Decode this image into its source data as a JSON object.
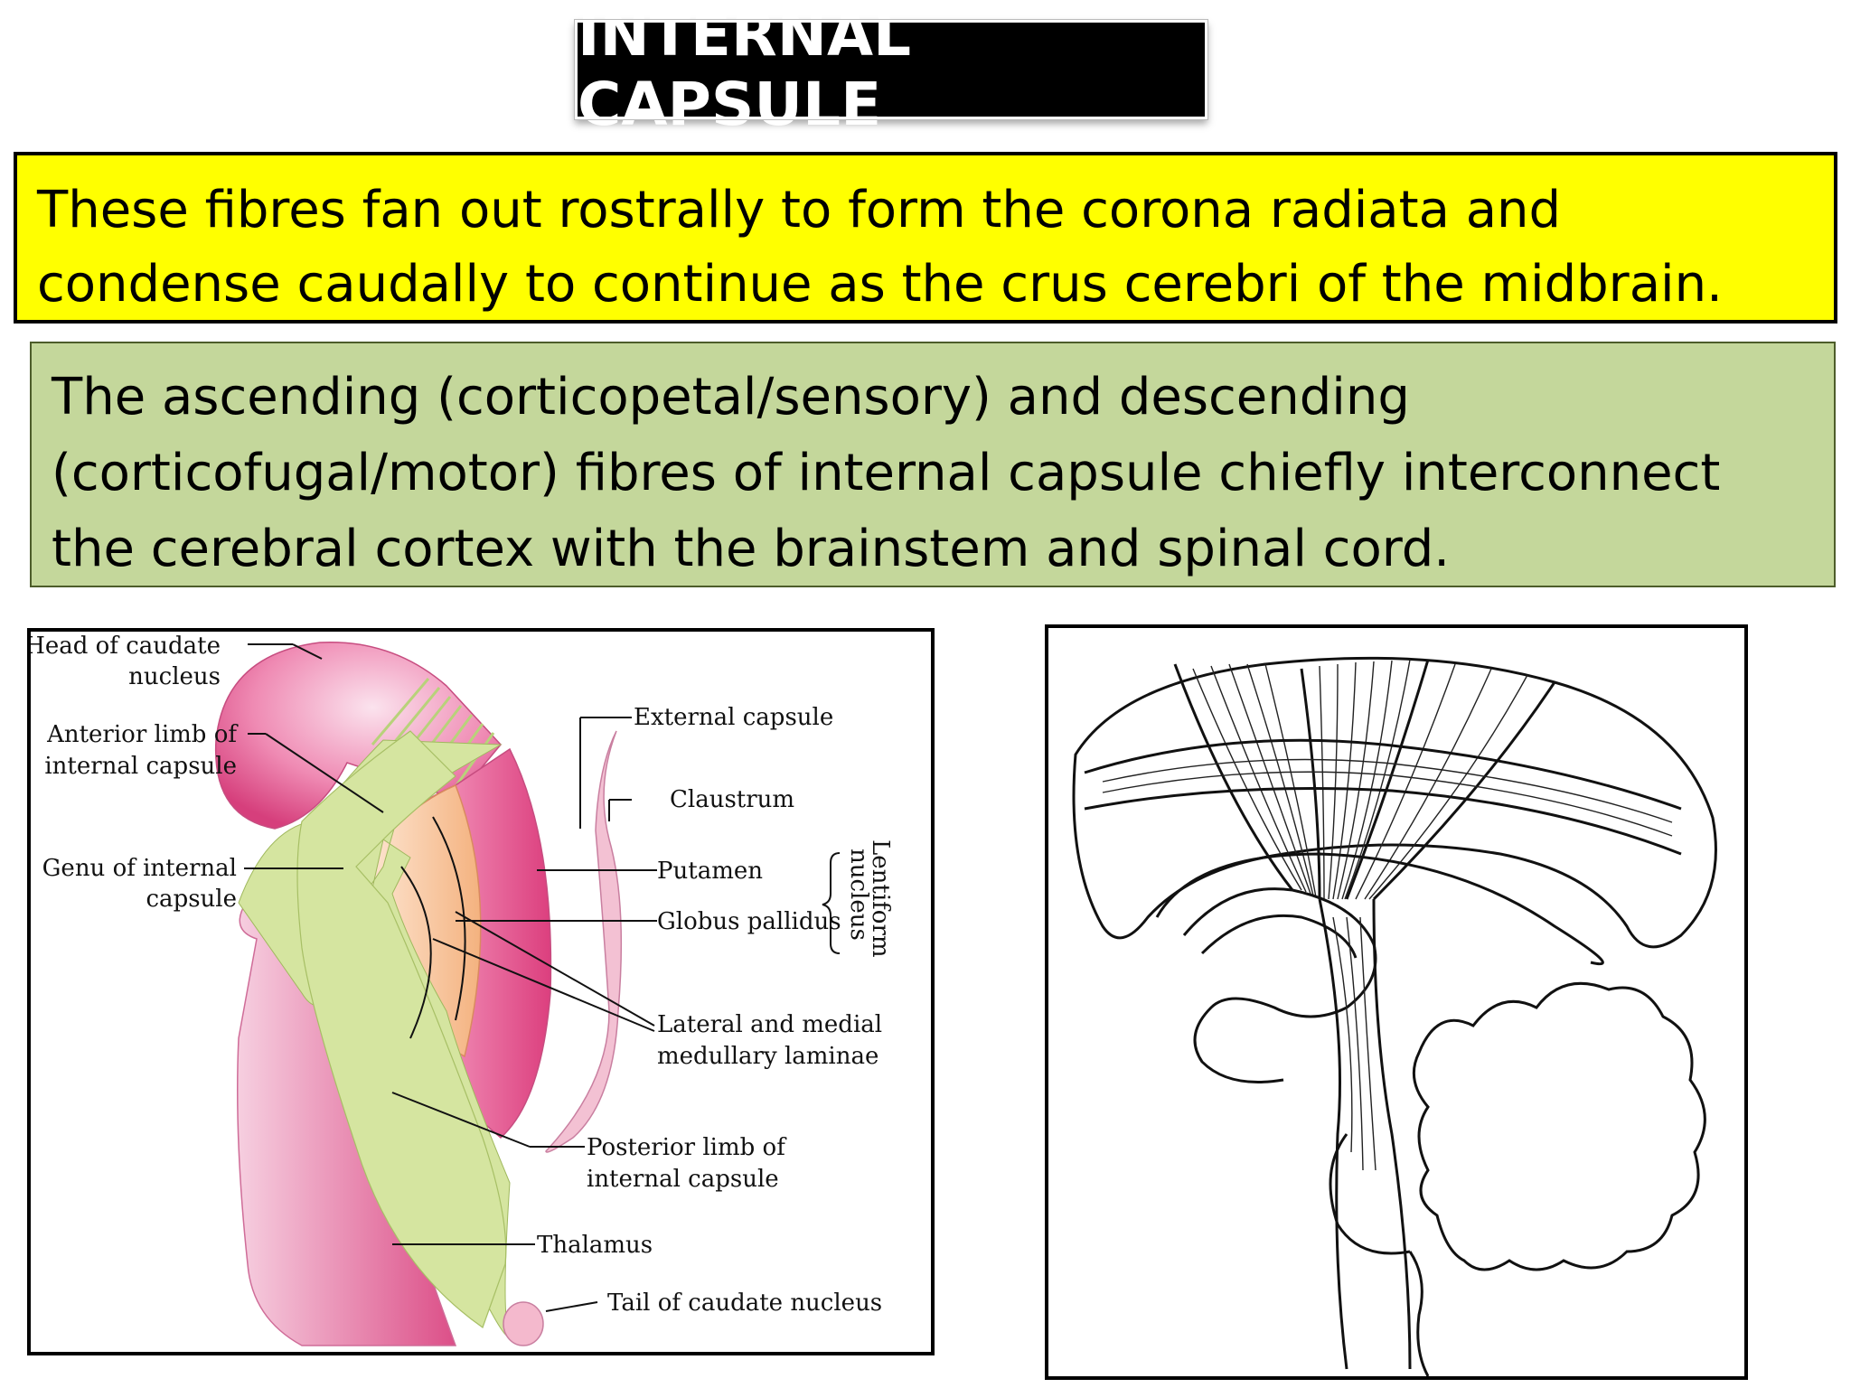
{
  "title": "INTERNAL CAPSULE",
  "yellow_text": "These fibres fan out rostrally to form the corona radiata and condense caudally to continue as the crus cerebri of the midbrain.",
  "green_text": "The ascending (corticopetal/sensory) and descending (corticofugal/motor) fibres of internal capsule chiefly interconnect the cerebral cortex with the brainstem and spinal cord.",
  "diagram_labels": {
    "head_of_caudate_1": "Head of caudate",
    "head_of_caudate_2": "nucleus",
    "anterior_limb_1": "Anterior limb of",
    "anterior_limb_2": "internal capsule",
    "genu_1": "Genu of internal",
    "genu_2": "capsule",
    "external_capsule": "External capsule",
    "claustrum": "Claustrum",
    "putamen": "Putamen",
    "globus_pallidus": "Globus pallidus",
    "lentiform_1": "Lentiform",
    "lentiform_2": "nucleus",
    "laminae_1": "Lateral and medial",
    "laminae_2": "medullary laminae",
    "posterior_limb_1": "Posterior limb of",
    "posterior_limb_2": "internal capsule",
    "thalamus": "Thalamus",
    "tail_of_caudate": "Tail of caudate nucleus"
  },
  "colors": {
    "title_bg": "#000000",
    "title_fg": "#ffffff",
    "yellow_bg": "#ffff00",
    "green_bg": "#c4d79b",
    "capsule_green": "#d5e5a0",
    "caudate_pink": "#e0508a",
    "putamen_pink": "#e8669c",
    "pallidus_orange": "#f7c49a"
  }
}
